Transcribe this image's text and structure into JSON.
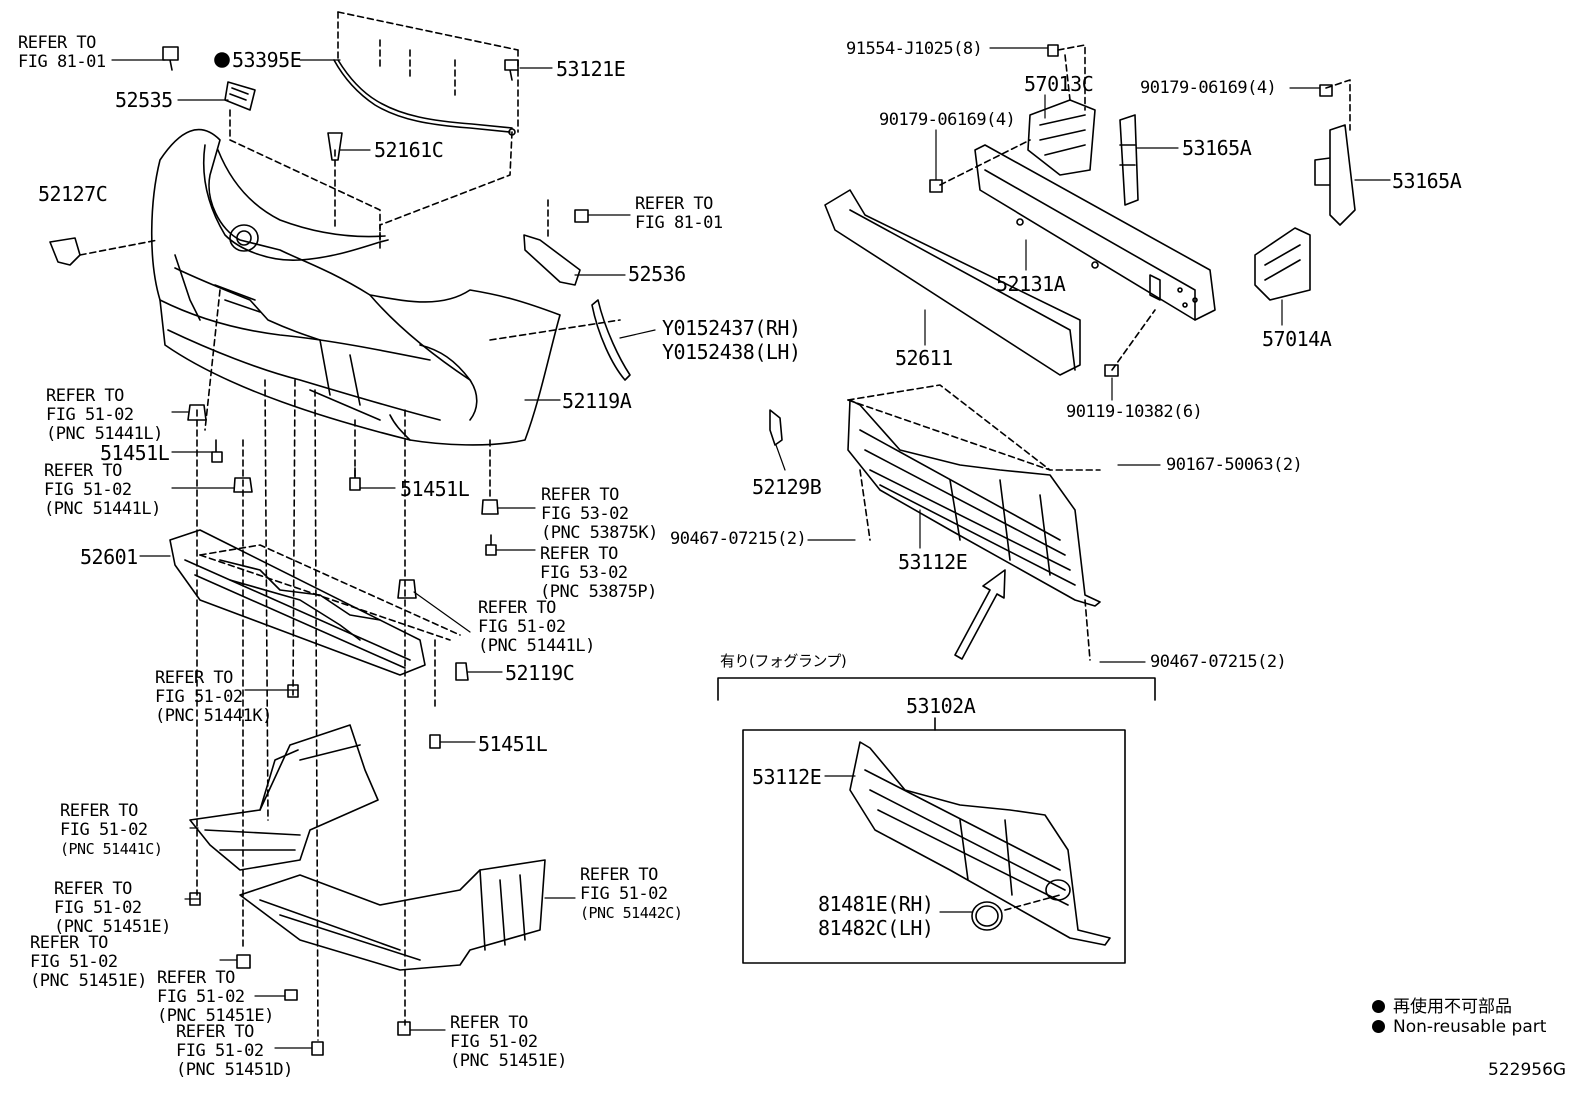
{
  "diagram": {
    "code": "522956G",
    "parts": {
      "p53395E": "53395E",
      "p53121E": "53121E",
      "p52535": "52535",
      "p52161C": "52161C",
      "p52127C": "52127C",
      "p52536": "52536",
      "p52119A": "52119A",
      "p51451L_a": "51451L",
      "p51451L_b": "51451L",
      "p51451L_c": "51451L",
      "p52601": "52601",
      "p52119C": "52119C",
      "pY0152437": "Y0152437(RH)",
      "pY0152438": "Y0152438(LH)",
      "p91554": "91554-J1025(8)",
      "p57013C": "57013C",
      "p90179_a": "90179-06169(4)",
      "p90179_b": "90179-06169(4)",
      "p53165A_a": "53165A",
      "p53165A_b": "53165A",
      "p52131A": "52131A",
      "p52611": "52611",
      "p57014A": "57014A",
      "p90119": "90119-10382(6)",
      "p52129B": "52129B",
      "p90167": "90167-50063(2)",
      "p90467_a": "90467-07215(2)",
      "p90467_b": "90467-07215(2)",
      "p53112E_a": "53112E",
      "p53112E_b": "53112E",
      "p53102A": "53102A",
      "p81481E": "81481E(RH)",
      "p81482C": "81482C(LH)",
      "fog_note": "有り(フォグランプ)"
    },
    "refs": {
      "r1_l1": "REFER TO",
      "r1_l2": "FIG 81-01",
      "r2_l1": "REFER TO",
      "r2_l2": "FIG 81-01",
      "r3_l1": "REFER TO",
      "r3_l2": "FIG 51-02",
      "r3_l3": "(PNC 51441L)",
      "r4_l1": "REFER TO",
      "r4_l2": "FIG 51-02",
      "r4_l3": "(PNC 51441L)",
      "r5_l1": "REFER TO",
      "r5_l2": "FIG 53-02",
      "r5_l3": "(PNC 53875K)",
      "r6_l1": "REFER TO",
      "r6_l2": "FIG 53-02",
      "r6_l3": "(PNC 53875P)",
      "r7_l1": "REFER TO",
      "r7_l2": "FIG 51-02",
      "r7_l3": "(PNC 51441L)",
      "r8_l1": "REFER TO",
      "r8_l2": "FIG 51-02",
      "r8_l3": "(PNC 51441K)",
      "r9_l1": "REFER TO",
      "r9_l2": "FIG 51-02",
      "r9_l3": "(PNC 51441C)",
      "r10_l1": "REFER TO",
      "r10_l2": "FIG 51-02",
      "r10_l3": "(PNC 51442C)",
      "r11_l1": "REFER TO",
      "r11_l2": "FIG 51-02",
      "r11_l3": "(PNC 51451E)",
      "r12_l1": "REFER TO",
      "r12_l2": "FIG 51-02",
      "r12_l3": "(PNC 51451E)",
      "r13_l1": "REFER TO",
      "r13_l2": "FIG 51-02",
      "r13_l3": "(PNC 51451E)",
      "r14_l1": "REFER TO",
      "r14_l2": "FIG 51-02",
      "r14_l3": "(PNC 51451D)",
      "r15_l1": "REFER TO",
      "r15_l2": "FIG 51-02",
      "r15_l3": "(PNC 51451E)"
    },
    "legend": {
      "jp": "再使用不可部品",
      "en": "Non-reusable part"
    }
  }
}
